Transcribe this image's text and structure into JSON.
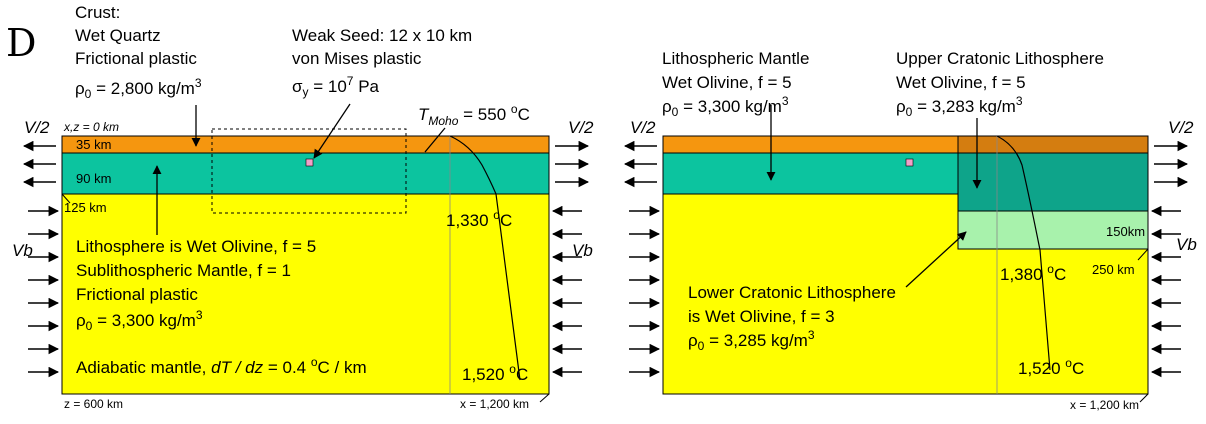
{
  "panel_letter": "D",
  "left": {
    "crust_title": "Crust:",
    "crust_lines": [
      "Wet Quartz",
      "Frictional plastic"
    ],
    "crust_rho": "ρ0   = 2,800 kg/m3",
    "seed_lines": [
      "Weak Seed: 12 x 10 km",
      "von Mises plastic"
    ],
    "seed_sigma": "σy = 107 Pa",
    "tmoho": "TMoho = 550 oC",
    "origin": "x,z = 0 km",
    "v_left": "V/2",
    "v_right": "V/2",
    "vb_left": "Vb",
    "vb_right": "Vb",
    "depth_35": "35 km",
    "depth_90": "90 km",
    "depth_125": "125 km",
    "temp_1330": "1,330 oC",
    "temp_1520": "1,520 oC",
    "body_lines": [
      "Lithosphere is Wet Olivine, f = 5",
      "Sublithospheric Mantle, f = 1",
      "Frictional plastic"
    ],
    "body_rho": "ρ0   = 3,300 kg/m3",
    "adiabatic": "Adiabatic mantle, dT / dz = 0.4 oC / km",
    "z_label": "z = 600 km",
    "x_label": "x = 1,200 km"
  },
  "right": {
    "lm_lines": [
      "Lithospheric Mantle",
      "Wet Olivine, f = 5"
    ],
    "lm_rho": "ρ0   = 3,300 kg/m3",
    "ucl_lines": [
      "Upper Cratonic Lithosphere",
      "Wet Olivine, f = 5"
    ],
    "ucl_rho": "ρ0   = 3,283 kg/m3",
    "v_left": "V/2",
    "v_right": "V/2",
    "vb_right": "Vb",
    "depth_150": "150km",
    "depth_250": "250 km",
    "temp_1380": "1,380 oC",
    "temp_1520": "1,520 oC",
    "lcl_lines": [
      "Lower Cratonic Lithosphere",
      "is Wet Olivine, f = 3"
    ],
    "lcl_rho": "ρ0   = 3,285 kg/m3",
    "x_label": "x = 1,200 km"
  },
  "colors": {
    "crust": "#f5960f",
    "lithosphere": "#0cc49f",
    "mantle": "#ffff00",
    "craton_crust": "#d47d10",
    "upper_craton": "#0ea48a",
    "lower_craton": "#a8f2ac",
    "seed": "#f0a0c8",
    "panel_letter": "#e02000"
  }
}
